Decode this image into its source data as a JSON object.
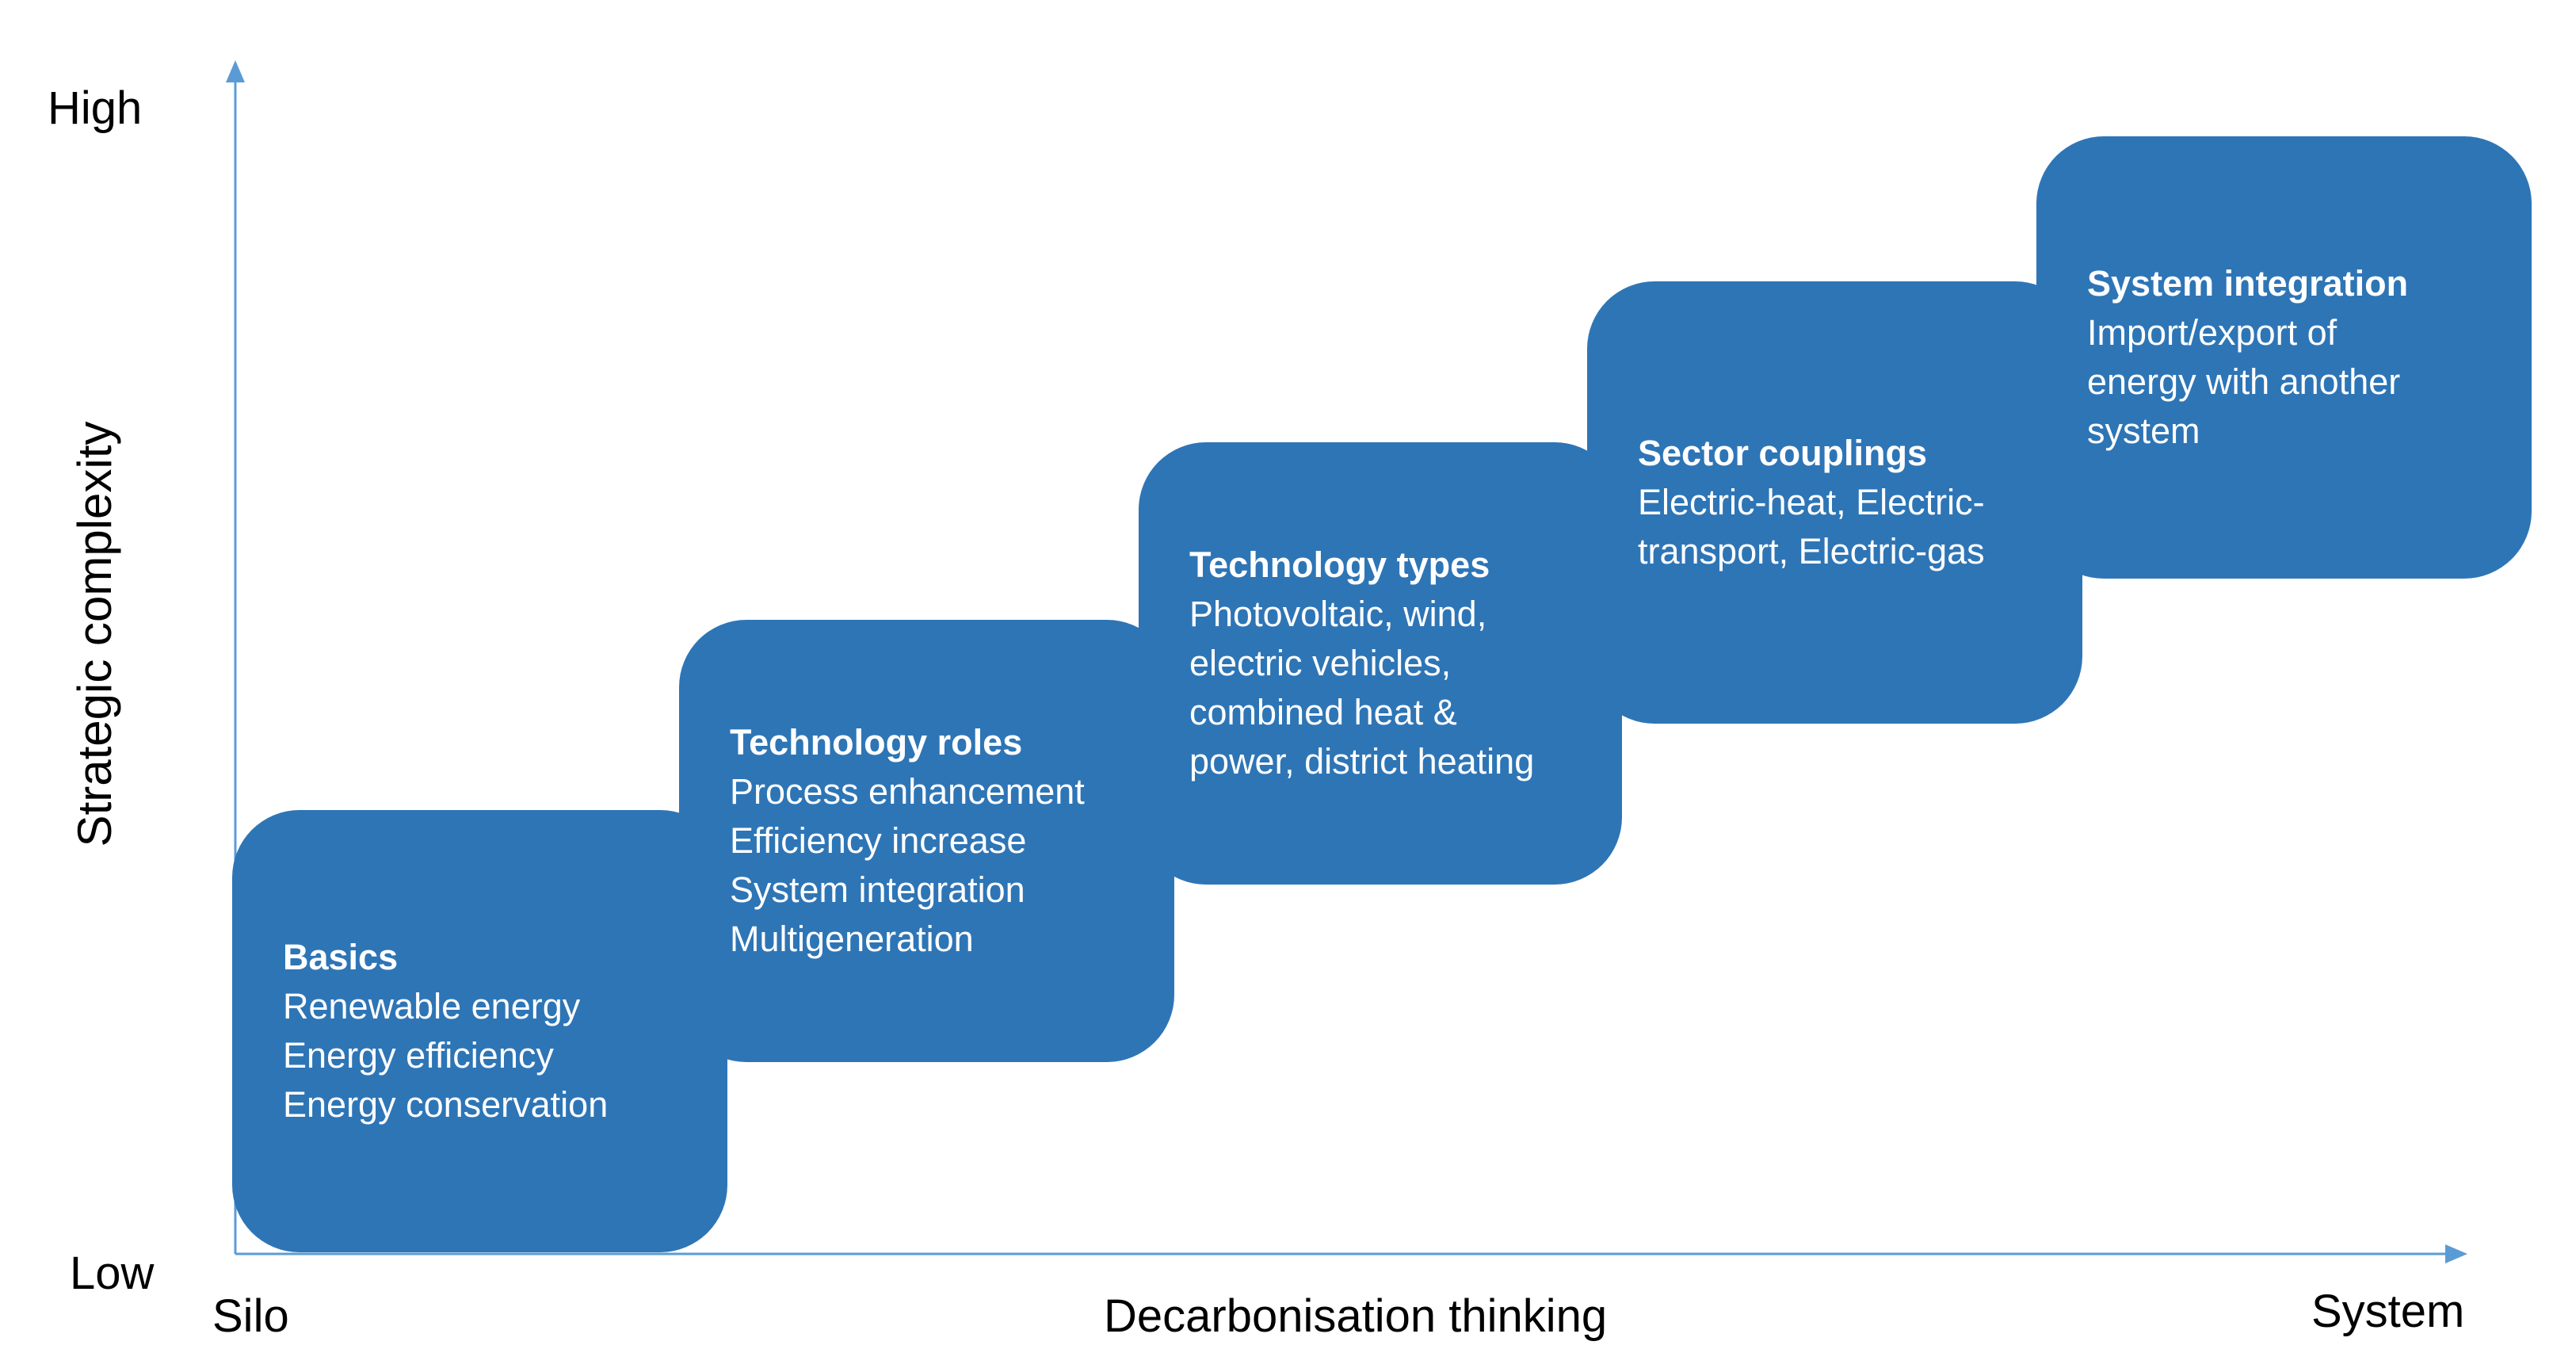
{
  "axes": {
    "y_high": "High",
    "y_low": "Low",
    "y_title": "Strategic complexity",
    "x_start": "Silo",
    "x_title": "Decarbonisation thinking",
    "x_end": "System",
    "color": "#5b9bd5"
  },
  "box_color": "#2e75b6",
  "steps": [
    {
      "title": "Basics",
      "lines": [
        "Renewable energy",
        "Energy efficiency",
        "Energy conservation"
      ]
    },
    {
      "title": "Technology roles",
      "lines": [
        "Process enhancement",
        "Efficiency increase",
        "System integration",
        "Multigeneration"
      ]
    },
    {
      "title": "Technology types",
      "lines": [
        "Photovoltaic, wind,",
        "electric vehicles,",
        "combined heat &",
        "power, district heating"
      ]
    },
    {
      "title": "Sector couplings",
      "lines": [
        "Electric-heat, Electric-",
        "transport, Electric-gas"
      ]
    },
    {
      "title": "System integration",
      "lines": [
        "Import/export of",
        "energy with another",
        "system"
      ]
    }
  ]
}
